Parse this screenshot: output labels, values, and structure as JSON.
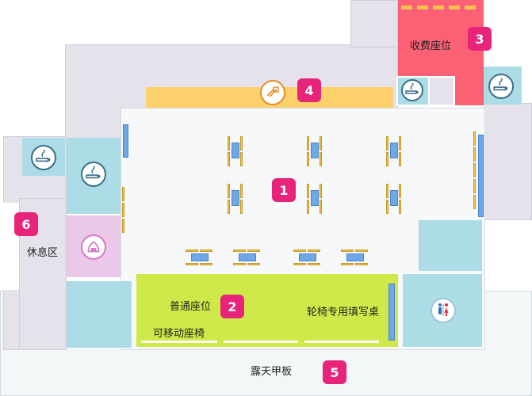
{
  "areas": {
    "area1": {
      "number": "1"
    },
    "area2": {
      "number": "2",
      "label": "普通座位",
      "sub_label": "可移动座椅",
      "wheelchair_label": "轮椅专用填写桌"
    },
    "area3": {
      "number": "3",
      "label": "收费座位"
    },
    "area4": {
      "number": "4"
    },
    "area5": {
      "number": "5",
      "label": "露天甲板"
    },
    "area6": {
      "number": "6",
      "label": "休息区"
    }
  },
  "icons": {
    "smoking": "smoking-room-icon",
    "vending": "vending-machine-icon",
    "nursing": "nursing-room-icon",
    "restroom": "restroom-icon"
  },
  "colors": {
    "badge": "#e8237a",
    "smoking_room": "#acdce6",
    "regular_seat_area": "#cfe94a",
    "paid_seat_area": "#fa6175",
    "vending_corridor": "#fcd06b",
    "nursing_room": "#eac9e8"
  }
}
